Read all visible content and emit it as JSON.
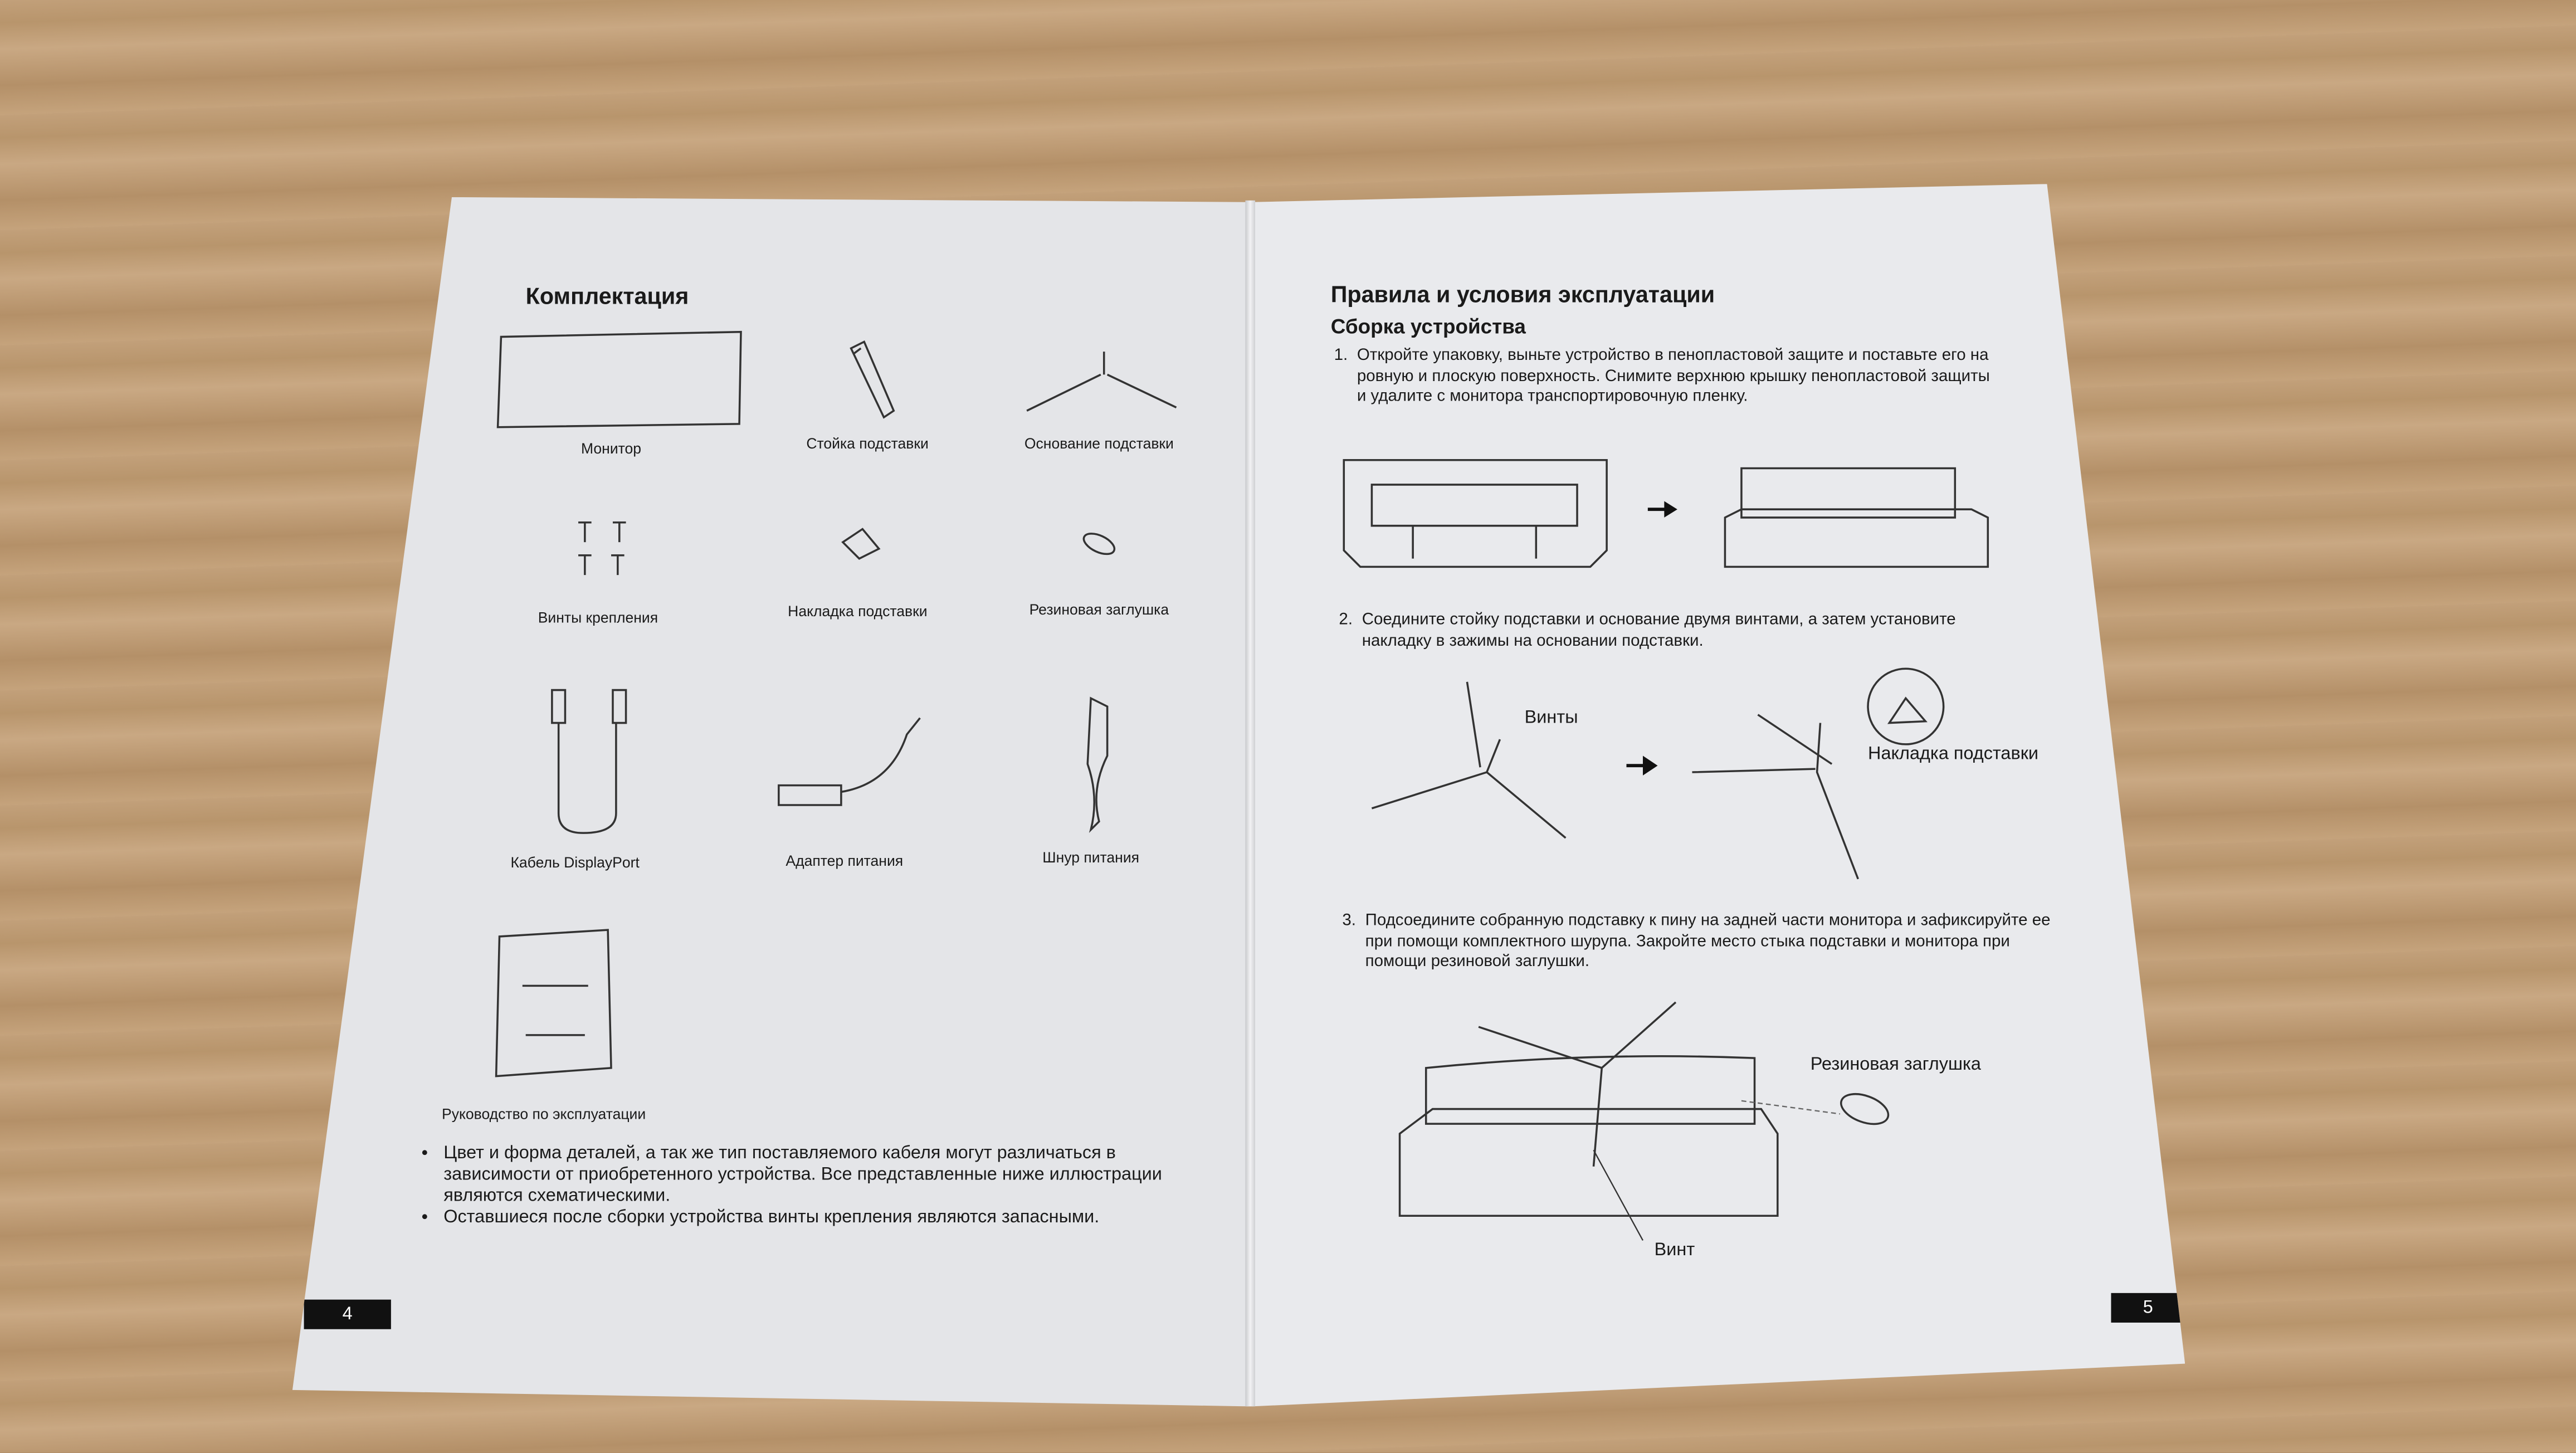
{
  "left_page": {
    "title": "Комплектация",
    "items": [
      {
        "label": "Монитор",
        "icon": "monitor-icon"
      },
      {
        "label": "Стойка подставки",
        "icon": "stand-pole-icon"
      },
      {
        "label": "Основание подставки",
        "icon": "stand-base-icon"
      },
      {
        "label": "Винты крепления",
        "icon": "screws-icon"
      },
      {
        "label": "Накладка подставки",
        "icon": "stand-cover-icon"
      },
      {
        "label": "Резиновая заглушка",
        "icon": "rubber-plug-icon"
      },
      {
        "label": "Кабель DisplayPort",
        "icon": "displayport-cable-icon"
      },
      {
        "label": "Адаптер питания",
        "icon": "power-adapter-icon"
      },
      {
        "label": "Шнур питания",
        "icon": "power-cord-icon"
      },
      {
        "label": "Руководство по эксплуатации",
        "icon": "manual-icon"
      }
    ],
    "notes": [
      "Цвет и форма деталей, а так же тип поставляемого кабеля могут различаться в зависимости от приобретенного устройства. Все представленные ниже иллюстрации являются схематическими.",
      "Оставшиеся после сборки устройства винты крепления являются запасными."
    ],
    "page_number": "4"
  },
  "right_page": {
    "title": "Правила и условия эксплуатации",
    "subtitle": "Сборка устройства",
    "steps": [
      {
        "num": "1.",
        "text": "Откройте упаковку, выньте устройство в пенопластовой защите и поставьте его на ровную и плоскую поверхность. Снимите верхнюю крышку пенопластовой защиты и удалите с монитора транспортировочную пленку."
      },
      {
        "num": "2.",
        "text": "Соедините стойку подставки и основание двумя винтами, а затем установите накладку в зажимы на основании подставки."
      },
      {
        "num": "3.",
        "text": "Подсоедините собранную подставку к пину на задней части монитора и зафиксируйте ее при помощи комплектного шурупа. Закройте место стыка подставки и монитора при помощи резиновой заглушки."
      }
    ],
    "labels": {
      "screws": "Винты",
      "cover": "Накладка подставки",
      "plug": "Резиновая заглушка",
      "screw": "Винт"
    },
    "page_number": "5"
  }
}
